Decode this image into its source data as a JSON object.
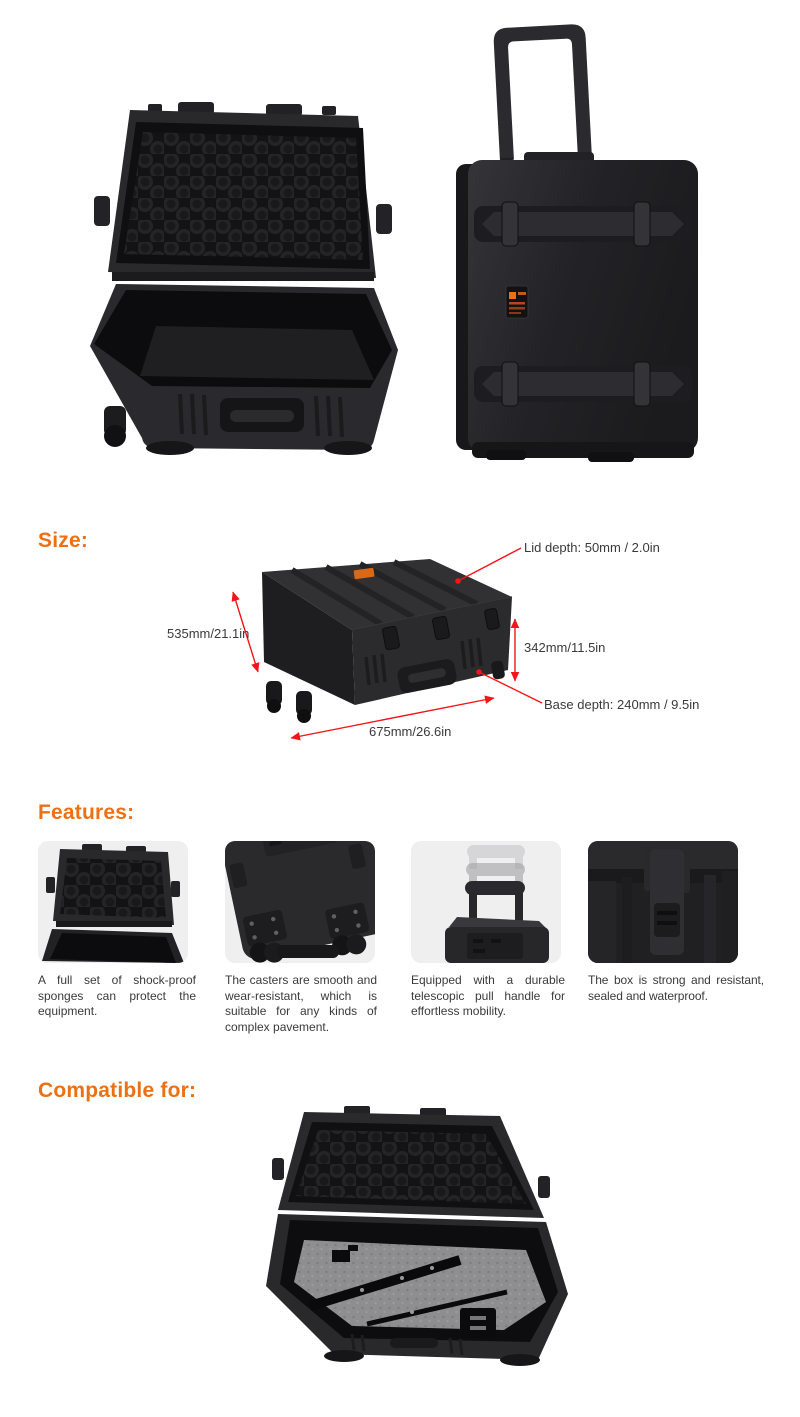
{
  "theme": {
    "accent": "#ec7014",
    "dimension_line_color": "#f2151a",
    "text_color": "#3a3a3a",
    "thumb_background": "#efefef",
    "case_color": "#26262a"
  },
  "hero": {
    "left_image": "open case with shock-proof sponge foam",
    "right_image": "upright trolley case with telescopic handle extended",
    "brand_label": "orange brand sticker"
  },
  "size_section": {
    "heading": "Size:",
    "dimensions": {
      "lid_depth": "Lid depth: 50mm / 2.0in",
      "depth": "535mm/21.1in",
      "height": "342mm/11.5in",
      "base_depth": "Base depth: 240mm / 9.5in",
      "width": "675mm/26.6in"
    }
  },
  "features_section": {
    "heading": "Features:",
    "items": [
      {
        "image": "open case showing foam",
        "caption": "A full set of shock-proof sponges can protect the equipment."
      },
      {
        "image": "case bottom with caster wheels",
        "caption": "The casters are smooth and wear-resistant, which is suitable for any kinds of complex pavement."
      },
      {
        "image": "telescopic pull handle extending",
        "caption": "Equipped with a durable telescopic pull handle for effortless mobility."
      },
      {
        "image": "close-up of sealed latch",
        "caption": "The box is strong and resistant, sealed and waterproof."
      }
    ]
  },
  "compatible_section": {
    "heading": "Compatible for:",
    "image": "open case with gray foam insert holding tools"
  }
}
